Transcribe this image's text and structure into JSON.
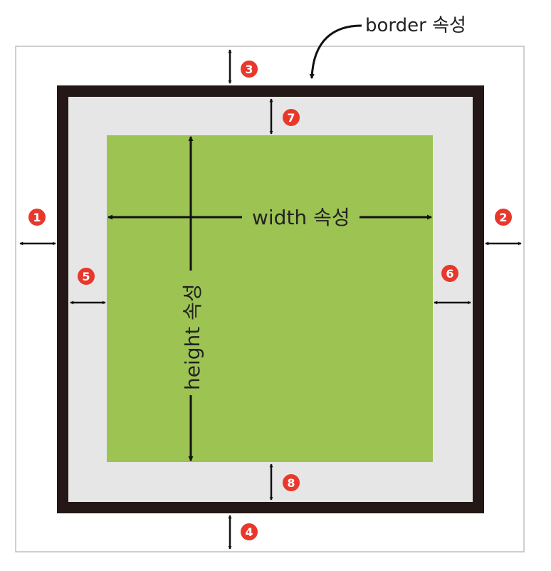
{
  "labels": {
    "border": "border 속성",
    "width": "width 속성",
    "height": "height 속성"
  },
  "badges": {
    "b1": "1",
    "b2": "2",
    "b3": "3",
    "b4": "4",
    "b5": "5",
    "b6": "6",
    "b7": "7",
    "b8": "8"
  },
  "colors": {
    "margin_outline": "#bfbfbf",
    "border": "#231815",
    "padding": "#e6e6e7",
    "content": "#9dc353",
    "badge": "#e8382b",
    "arrow": "#111111"
  }
}
